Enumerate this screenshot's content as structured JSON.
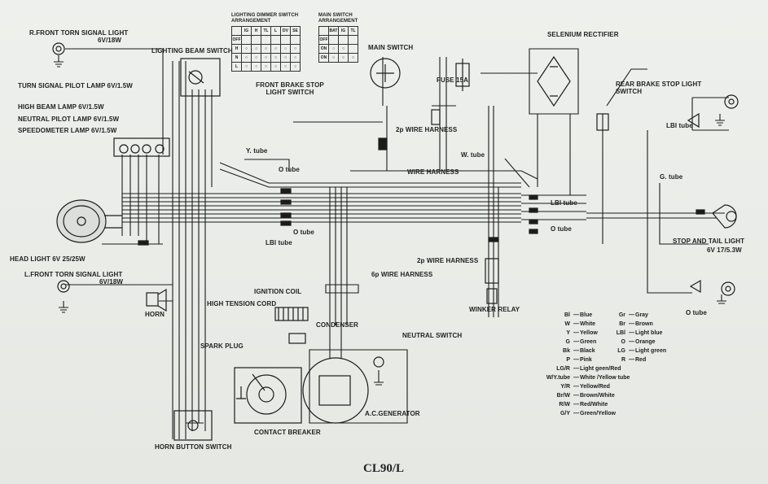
{
  "title": "CL90/L",
  "labels": {
    "r_front_signal": "R.FRONT TORN SIGNAL LIGHT",
    "r_front_signal_spec": "6V/18W",
    "lighting_beam_switch": "LIGHTING BEAM SWITCH",
    "lighting_dimmer_table": "LIGHTING DIMMER SWITCH ARRANGEMENT",
    "main_switch_table": "MAIN SWITCH ARRANGEMENT",
    "main_switch": "MAIN SWITCH",
    "selenium_rectifier": "SELENIUM RECTIFIER",
    "turn_pilot": "TURN SIGNAL PILOT LAMP 6V/1.5W",
    "high_beam": "HIGH BEAM LAMP 6V/1.5W",
    "neutral_pilot": "NEUTRAL PILOT LAMP 6V/1.5W",
    "speedometer": "SPEEDOMETER LAMP 6V/1.5W",
    "front_brake_switch": "FRONT BRAKE STOP LIGHT SWITCH",
    "fuse": "FUSE 15A",
    "rear_brake_switch": "REAR BRAKE STOP LIGHT SWITCH",
    "lbi_tube_top": "LBI tube",
    "y_tube": "Y. tube",
    "o_tube": "O tube",
    "lbi_tube_mid": "LBI tube",
    "wire_harness": "WIRE HARNESS",
    "w_tube": "W. tube",
    "wire_harness_2p_top": "2p WIRE HARNESS",
    "g_tube": "G. tube",
    "lbi_tube_right": "LBI tube",
    "o_tube_right": "O tube",
    "head_light": "HEAD LIGHT 6V 25/25W",
    "stop_tail": "STOP AND TAIL LIGHT",
    "stop_tail_spec": "6V 17/5.3W",
    "l_front_signal": "L.FRONT TORN SIGNAL LIGHT",
    "l_front_signal_spec": "6V/18W",
    "wire_harness_2p": "2p WIRE HARNESS",
    "wire_harness_6p": "6p WIRE HARNESS",
    "winker_relay": "WINKER RELAY",
    "o_tube_bottom": "O tube",
    "horn": "HORN",
    "ignition_coil": "IGNITION COIL",
    "high_tension_cord": "HIGH TENSION CORD",
    "condenser": "CONDENSER",
    "neutral_switch": "NEUTRAL SWITCH",
    "spark_plug": "SPARK PLUG",
    "ac_generator": "A.C.GENERATOR",
    "contact_breaker": "CONTACT BREAKER",
    "horn_button_switch": "HORN BUTTON SWITCH"
  },
  "legend_left": [
    {
      "code": "Bl",
      "name": "Blue"
    },
    {
      "code": "W",
      "name": "White"
    },
    {
      "code": "Y",
      "name": "Yellow"
    },
    {
      "code": "G",
      "name": "Green"
    },
    {
      "code": "Bk",
      "name": "Black"
    },
    {
      "code": "P",
      "name": "Pink"
    },
    {
      "code": "LG/R",
      "name": "Light geen/Red"
    },
    {
      "code": "W/Y.tube",
      "name": "White /Yellow tube"
    },
    {
      "code": "Y/R",
      "name": "Yellow/Red"
    },
    {
      "code": "Br/W",
      "name": "Brown/White"
    },
    {
      "code": "R/W",
      "name": "Red/White"
    },
    {
      "code": "G/Y",
      "name": "Green/Yellow"
    }
  ],
  "legend_right": [
    {
      "code": "Gr",
      "name": "Gray"
    },
    {
      "code": "Br",
      "name": "Brown"
    },
    {
      "code": "LBl",
      "name": "Light blue"
    },
    {
      "code": "O",
      "name": "Orange"
    },
    {
      "code": "LG",
      "name": "Light green"
    },
    {
      "code": "R",
      "name": "Red"
    }
  ],
  "dimmer_table": {
    "headers": [
      "",
      "IG",
      "H",
      "TL",
      "L",
      "DV",
      "SE"
    ],
    "rows": [
      "OFF",
      "H",
      "N",
      "L"
    ]
  },
  "main_table": {
    "headers": [
      "",
      "BAT",
      "IG",
      "TL"
    ],
    "rows": [
      "OFF",
      "ON",
      "ON"
    ]
  },
  "colors": {
    "ink": "#1c1c1c",
    "paper": "#e9ebe8"
  }
}
